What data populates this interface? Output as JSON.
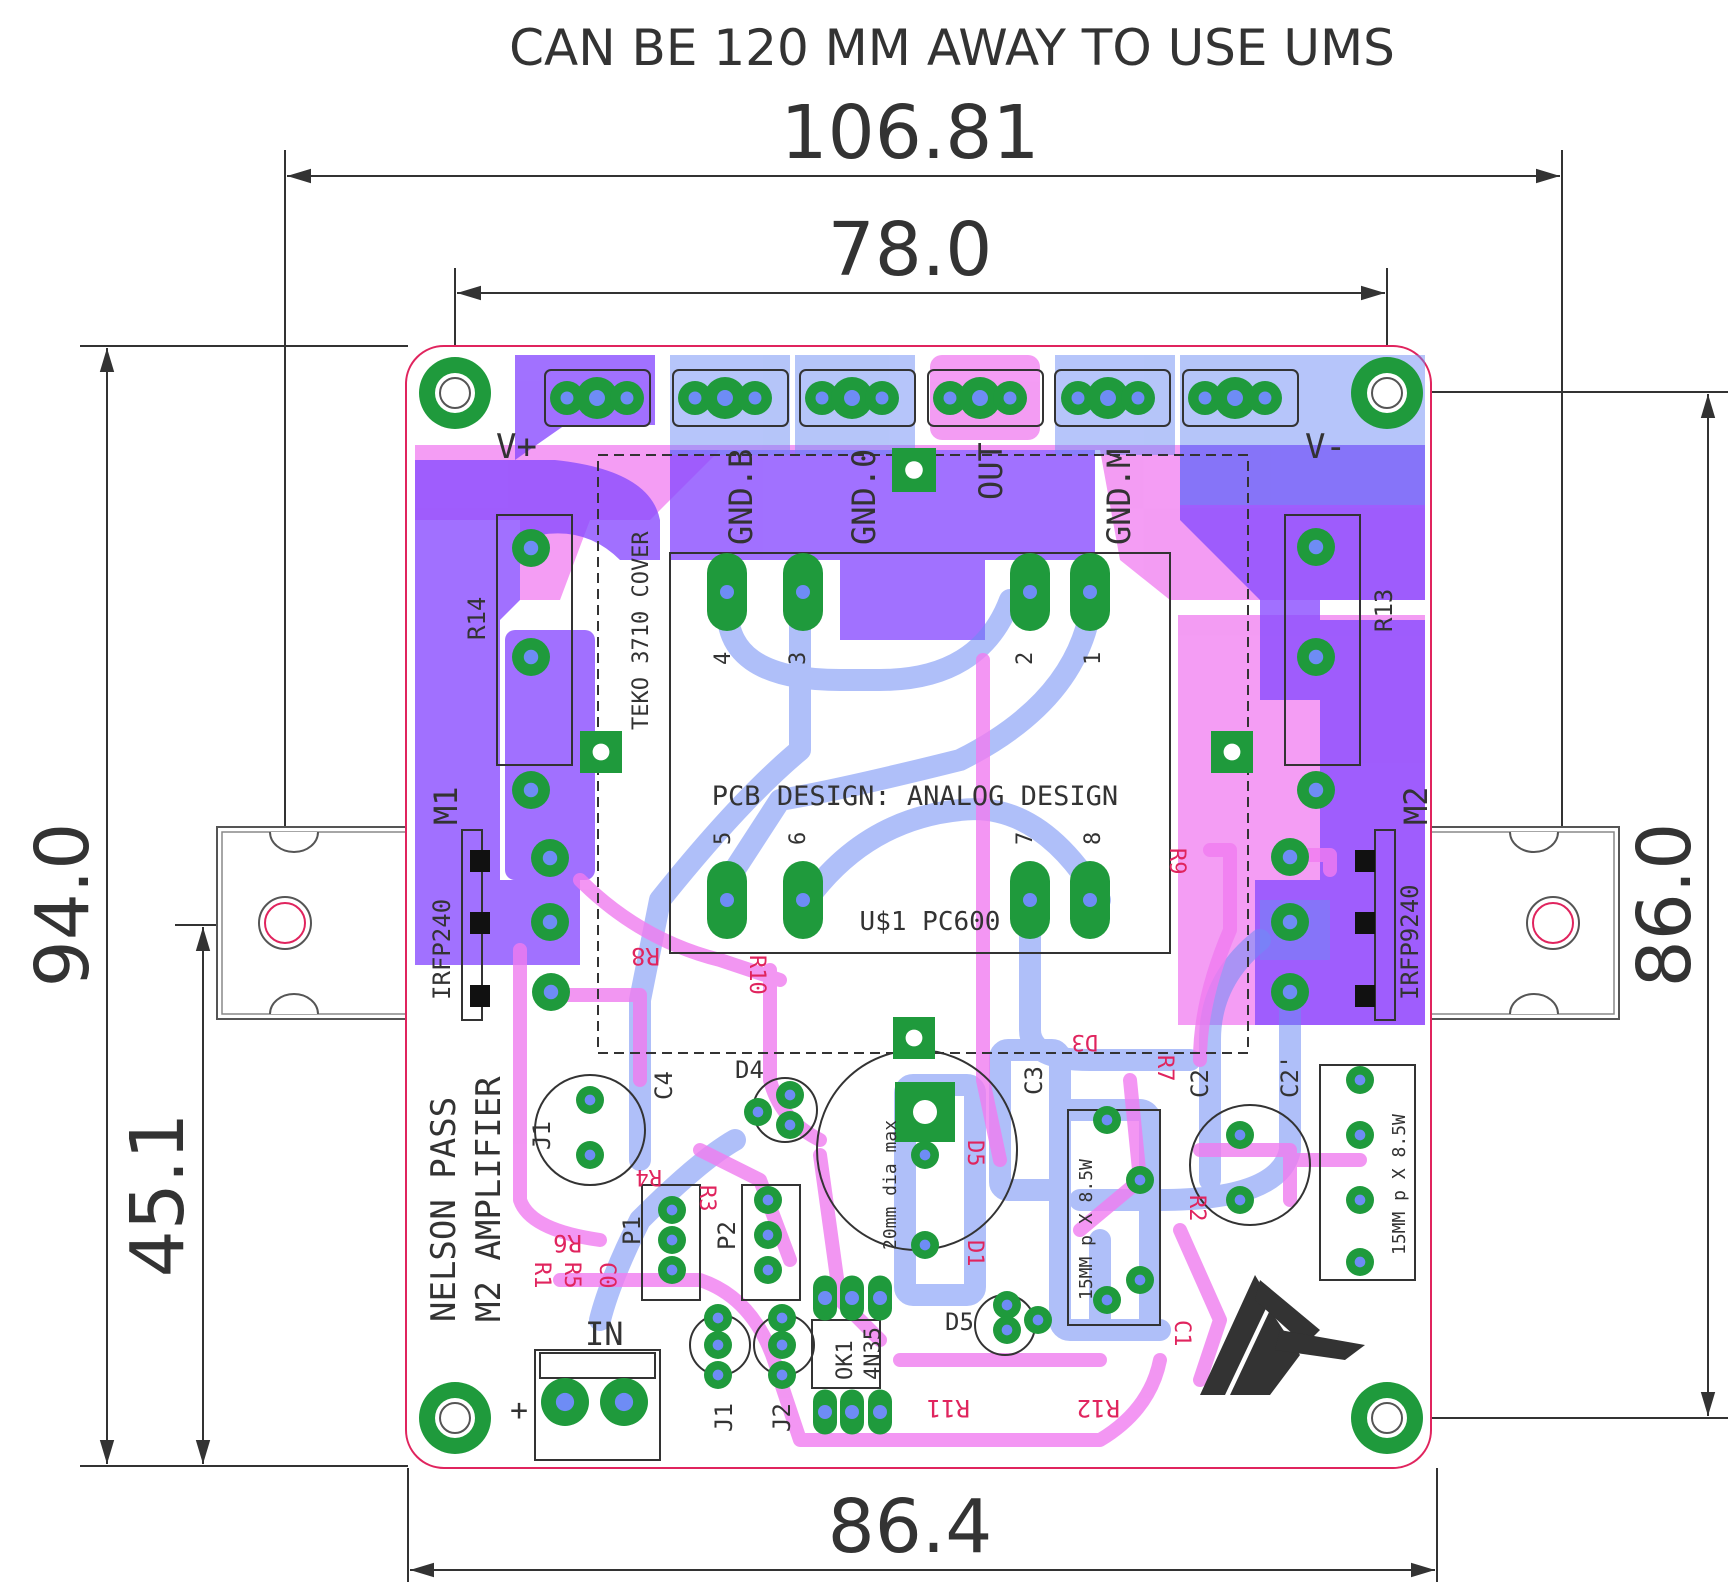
{
  "title": "CAN BE 120 MM AWAY TO USE UMS",
  "dimensions": {
    "overall_width": "106.81",
    "hole_spacing_x": "78.0",
    "board_width": "86.4",
    "board_height": "94.0",
    "lower_offset": "45.1",
    "hole_spacing_y": "86.0"
  },
  "labels": {
    "v_plus": "V+",
    "v_minus": "V-",
    "gnd_b": "GND.B",
    "gnd_0": "GND.0",
    "out": "OUT",
    "gnd_m": "GND.M",
    "teko": "TEKO 3710 COVER",
    "pcb_design": "PCB DESIGN: ANALOG DESIGN",
    "u1": "U$1  PC600",
    "m1": "M1",
    "m2": "M2",
    "irfp240": "IRFP240",
    "irfp9240": "IRFP9240",
    "r14": "R14",
    "r13": "R13",
    "nelson": "NELSON PASS",
    "m2amp": "M2 AMPLIFIER",
    "in": "IN",
    "plus": "+",
    "cap_note_1": "15MM p X 8.5W",
    "cap_note_2": "15MM p X 8.5W",
    "dia_note": "20mm dia max",
    "pin4": "4",
    "pin3": "3",
    "pin2": "2",
    "pin1": "1",
    "pin5": "5",
    "pin6": "6",
    "pin7": "7",
    "pin8": "8",
    "j1": "J1",
    "j2": "J2",
    "p1": "P1",
    "p2": "P2",
    "d4": "D4",
    "d5": "D5",
    "c3": "C3",
    "c2": "C2",
    "c2b": "C2'",
    "c4": "C4",
    "ok1": "OK1",
    "n35": "4N35"
  },
  "red_labels": {
    "r8": "R8",
    "r10": "R10",
    "r9": "R9",
    "r7": "R7",
    "r2": "R2",
    "r4": "R4",
    "r6": "R6",
    "r1": "R1",
    "r5": "R5",
    "c0": "C0",
    "r3": "R3",
    "d3": "D3",
    "d1": "D1",
    "ds": "D5",
    "r11": "R11",
    "r12": "R12",
    "c1": "C1"
  },
  "colors": {
    "top_copper": "#8a4dff",
    "bottom_copper": "#f07cf0",
    "pad": "#1f9a3c",
    "silkscreen": "#333333",
    "outline": "#e0245e"
  }
}
